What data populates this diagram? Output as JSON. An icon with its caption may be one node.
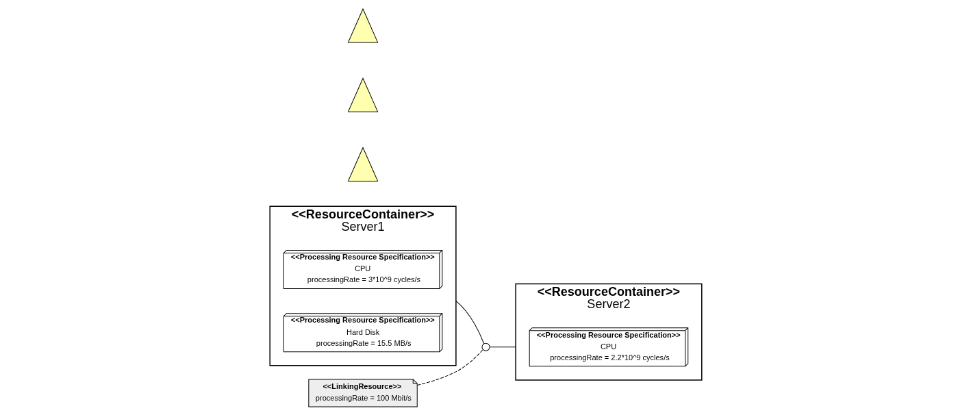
{
  "diagram": {
    "nodes": [
      {
        "text": [
          "<<ResourceContainer>>",
          "Server1"
        ]
      },
      {
        "text": [
          "<<Processing Resource Specification>>",
          "CPU",
          "processingRate = 3*10^9 cycles/s"
        ],
        "in": 0
      },
      {
        "text": [
          "<<Processing Resource Specification>>",
          "Hard Disk",
          "processingRate = 15.5 MB/s"
        ],
        "in": 0
      },
      {
        "text": [
          "<<ResourceContainer>>",
          "Server2"
        ]
      },
      {
        "text": [
          "<<Processing Resource Specification>>",
          "CPU",
          "processingRate = 2.2*10^9 cycles/s"
        ],
        "in": 3
      },
      {
        "text": [],
        "shape": "circle"
      },
      {
        "text": [
          "<<LinkingResource>>",
          "processingRate = 100 Mbit/s"
        ]
      },
      {
        "text": [],
        "shape": "triangle"
      },
      {
        "text": [],
        "shape": "triangle"
      },
      {
        "text": [],
        "shape": "triangle"
      }
    ],
    "edges": [
      {
        "from": 0,
        "to": 5,
        "arrow": "none"
      },
      {
        "from": 5,
        "to": 3,
        "arrow": "none"
      },
      {
        "from": 6,
        "to": 5,
        "arrow": "none",
        "style": "dashed"
      }
    ]
  }
}
